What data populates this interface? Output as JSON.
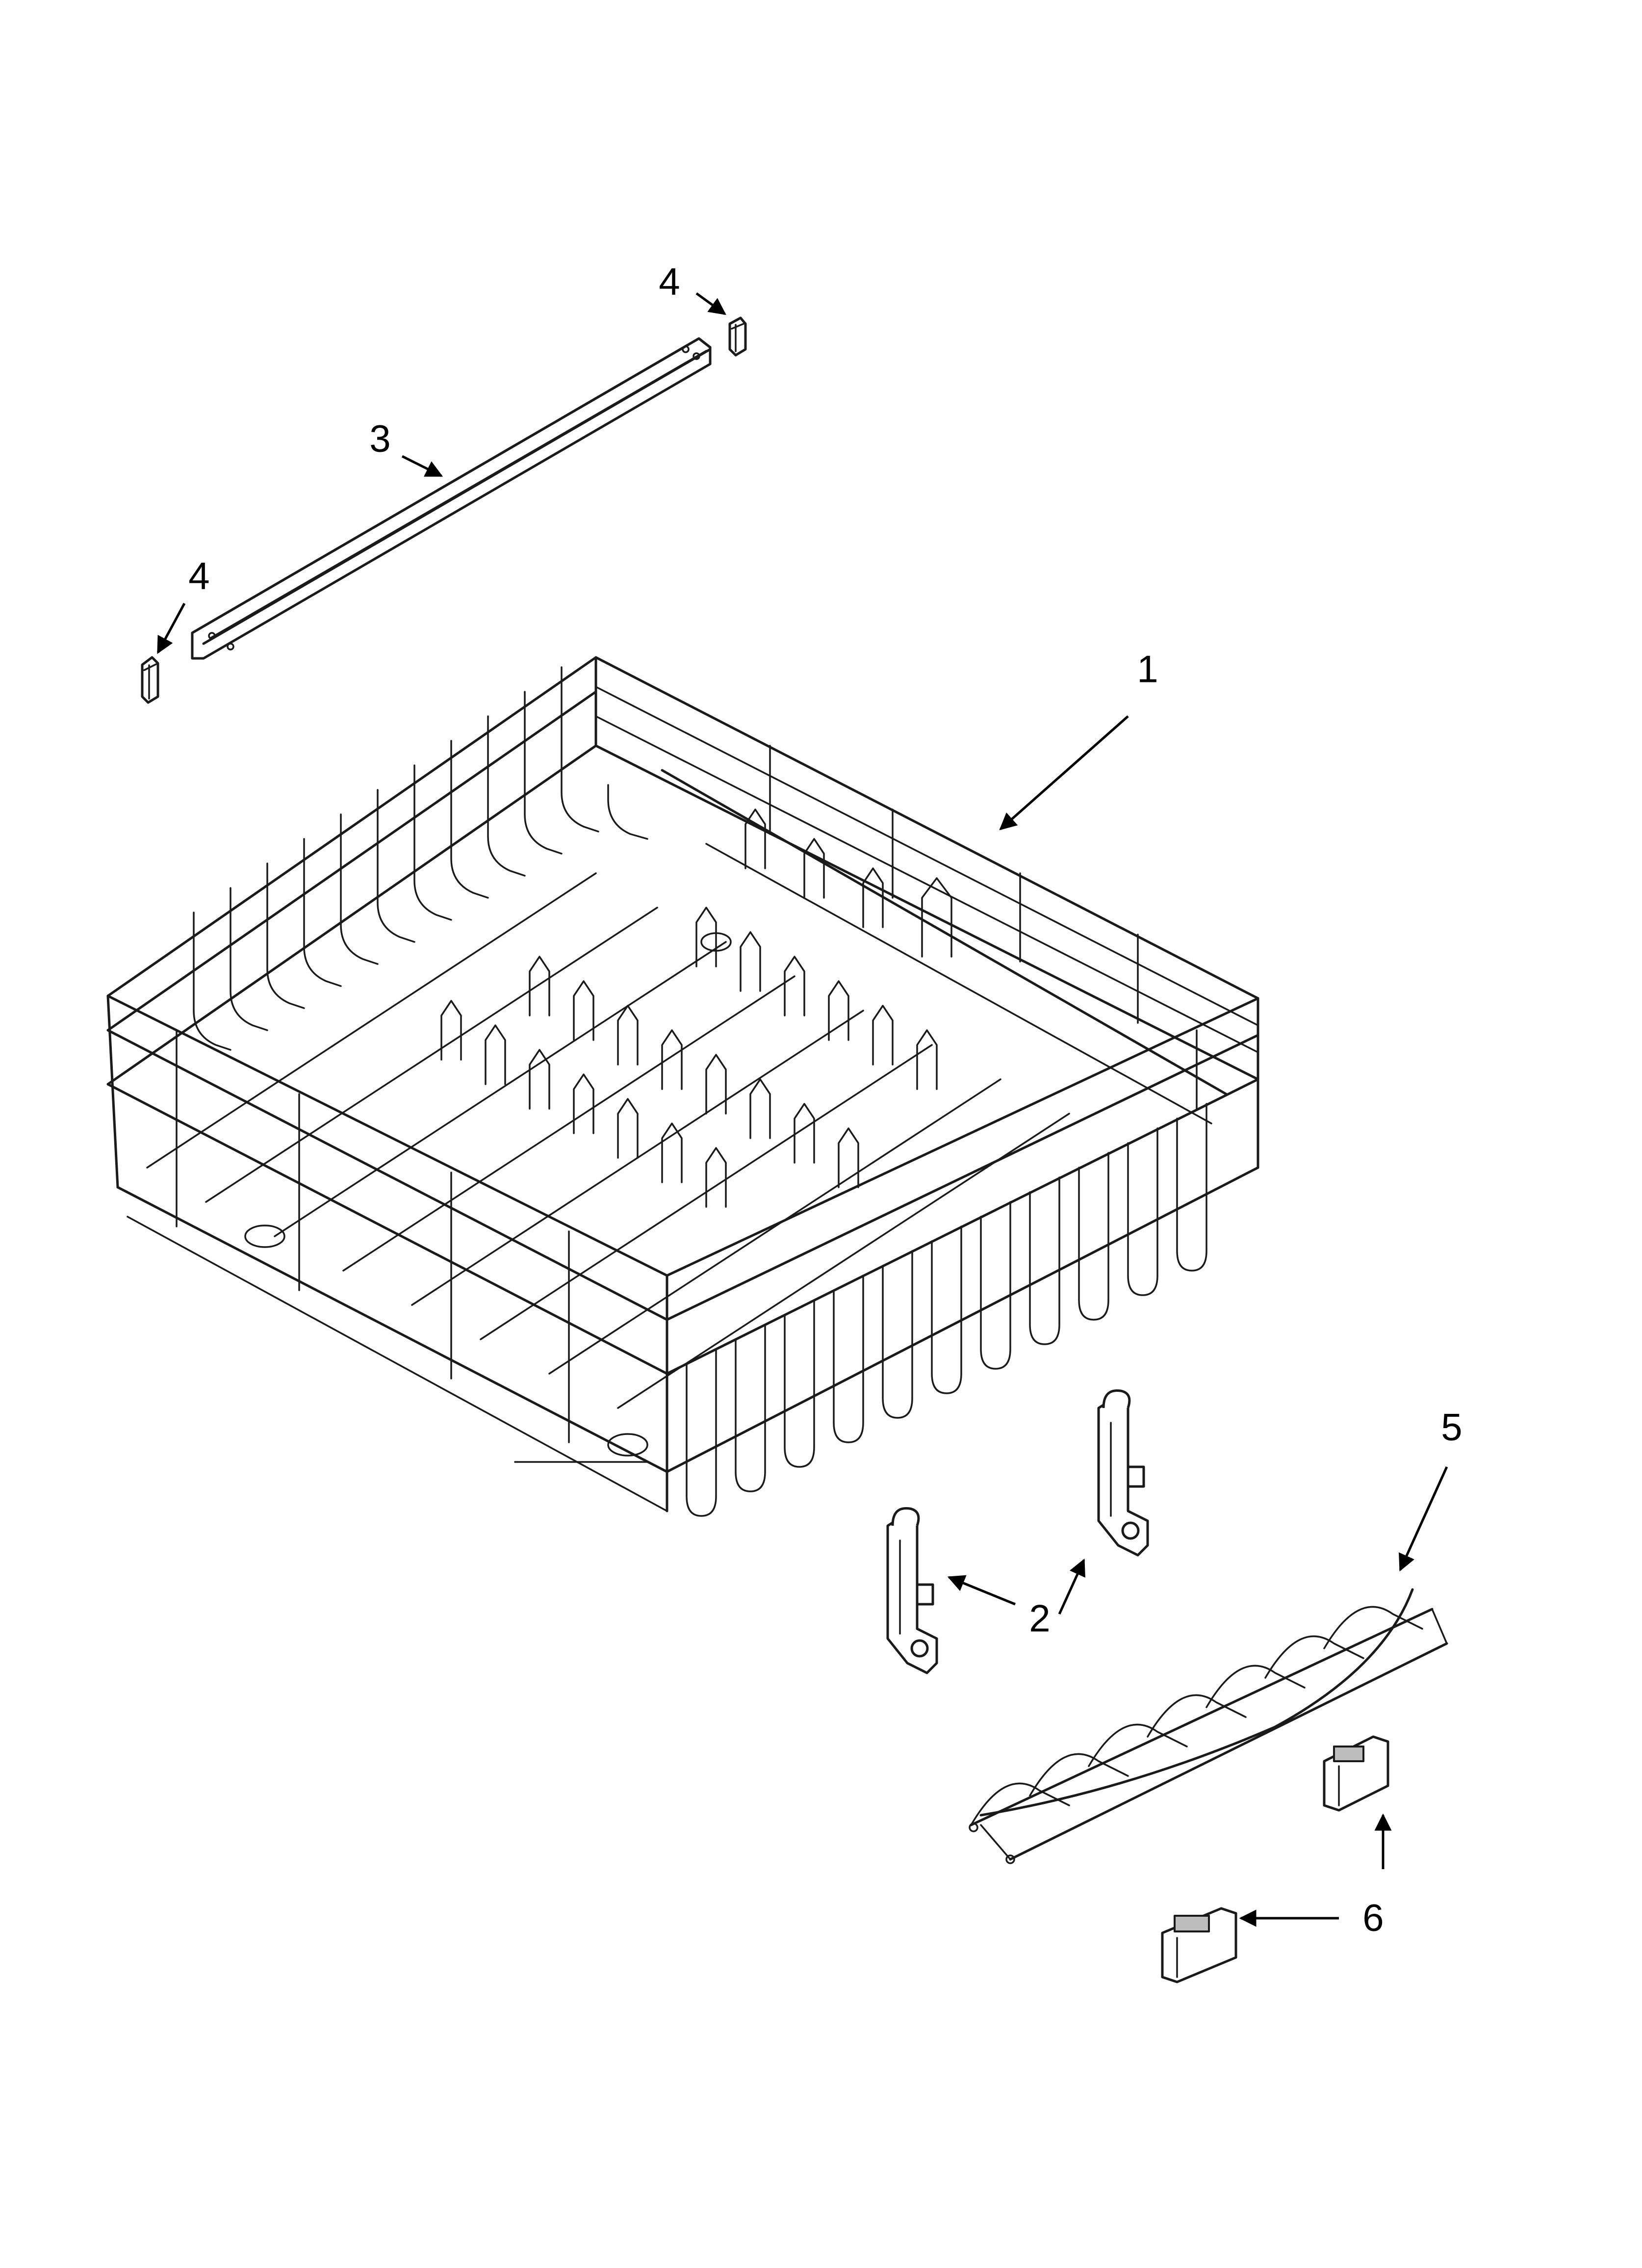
{
  "callouts": [
    {
      "id": "1",
      "label": "1",
      "part": "upper-rack"
    },
    {
      "id": "2a",
      "label": "2",
      "part": "rack-adjuster"
    },
    {
      "id": "3",
      "label": "3",
      "part": "rail"
    },
    {
      "id": "4a",
      "label": "4",
      "part": "rail-end-cap"
    },
    {
      "id": "4b",
      "label": "4",
      "part": "rail-end-cap"
    },
    {
      "id": "5",
      "label": "5",
      "part": "cup-shelf"
    },
    {
      "id": "6",
      "label": "6",
      "part": "shelf-clip"
    }
  ]
}
